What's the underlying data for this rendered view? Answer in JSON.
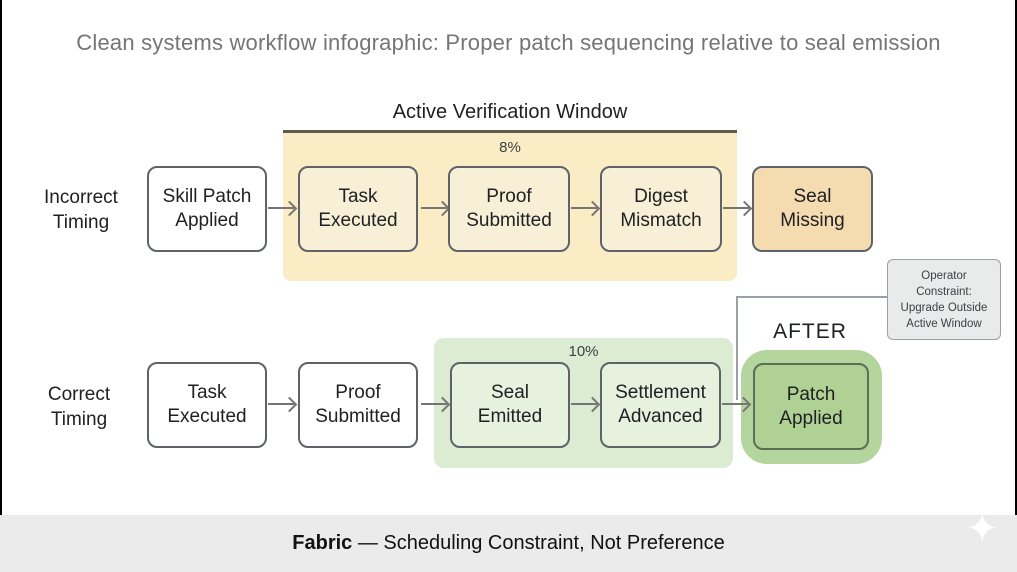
{
  "title": "Clean systems workflow infographic: Proper patch sequencing relative to seal emission",
  "diagram": {
    "active_window": {
      "title": "Active Verification Window",
      "rate": "8%"
    },
    "emission_window": {
      "rate": "10%"
    },
    "incorrect_row": {
      "label": "Incorrect\nTiming",
      "steps": [
        {
          "label": "Skill Patch\nApplied"
        },
        {
          "label": "Task\nExecuted"
        },
        {
          "label": "Proof\nSubmitted"
        },
        {
          "label": "Digest\nMismatch"
        },
        {
          "label": "Seal\nMissing"
        }
      ]
    },
    "correct_row": {
      "label": "Correct\nTiming",
      "steps": [
        {
          "label": "Task\nExecuted"
        },
        {
          "label": "Proof\nSubmitted"
        },
        {
          "label": "Seal\nEmitted"
        },
        {
          "label": "Settlement\nAdvanced"
        },
        {
          "label": "Patch\nApplied"
        }
      ]
    },
    "after_label": "AFTER",
    "note": "Operator\nConstraint:\nUpgrade Outside\nActive Window"
  },
  "footer": {
    "brand": "Fabric",
    "tagline": " — Scheduling Constraint, Not Preference"
  },
  "icons": {
    "sparkle": "✦"
  },
  "colors": {
    "yellow_region": "#FAEDC6",
    "cream_box": "#F7F0D6",
    "warning_box": "#F5DCB0",
    "green_region": "#DCECD3",
    "light_green_box": "#E6F1DE",
    "success_glow": "#B5D59E",
    "success_box": "#AFD194",
    "box_border": "#5F6368",
    "arrow": "#757575",
    "note_bg": "#E9EAEA",
    "note_border": "#9AA0A6",
    "footer_bg": "#EBEBEB",
    "title_text": "#757575",
    "text": "#202124",
    "bracket_line": "#5E5B4F",
    "edge_bar": "#000000"
  }
}
